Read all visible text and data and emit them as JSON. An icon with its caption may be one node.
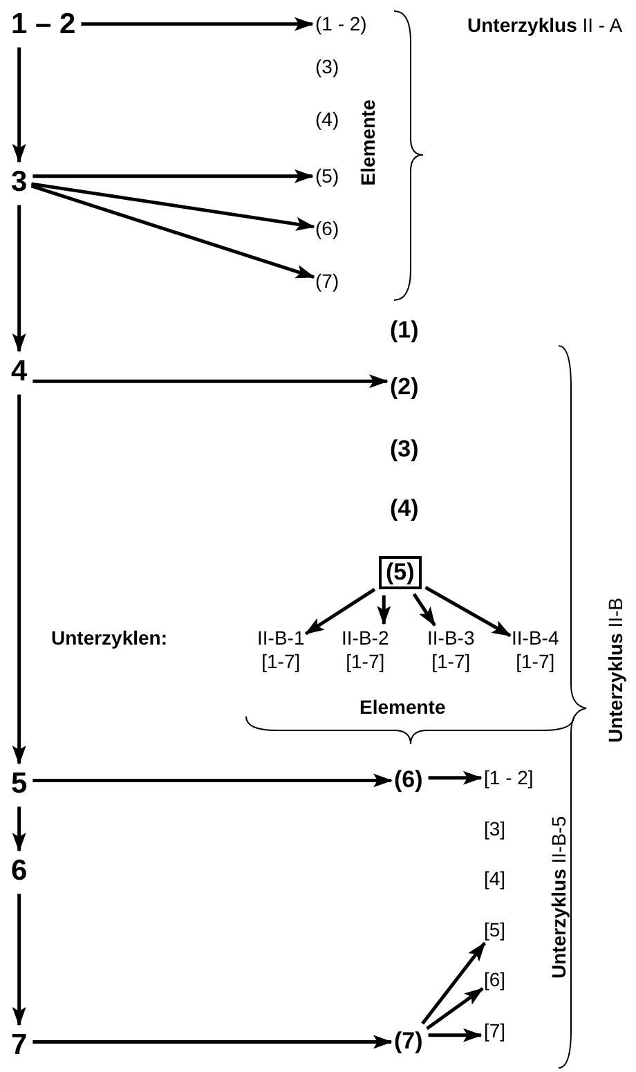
{
  "diagram": {
    "nodes": [
      {
        "text": [
          "1 – 2"
        ]
      },
      {
        "text": [
          "(1 - 2)"
        ]
      },
      {
        "text": [
          "3"
        ]
      },
      {
        "text": [
          "(5)"
        ]
      },
      {
        "text": [
          "(6)"
        ]
      },
      {
        "text": [
          "(7)"
        ]
      },
      {
        "text": [
          "4"
        ]
      },
      {
        "text": [
          "(2)"
        ]
      },
      {
        "text": [
          "(5)"
        ]
      },
      {
        "text": [
          "II-B-1",
          "[1-7]"
        ]
      },
      {
        "text": [
          "II-B-2",
          "[1-7]"
        ]
      },
      {
        "text": [
          "II-B-3",
          "[1-7]"
        ]
      },
      {
        "text": [
          "II-B-4",
          "[1-7]"
        ]
      },
      {
        "text": [
          "5"
        ]
      },
      {
        "text": [
          "(6)"
        ]
      },
      {
        "text": [
          "[1 - 2]"
        ]
      },
      {
        "text": [
          "6"
        ]
      },
      {
        "text": [
          "[5]"
        ]
      },
      {
        "text": [
          "[6]"
        ]
      },
      {
        "text": [
          "7"
        ]
      },
      {
        "text": [
          "(7)"
        ]
      },
      {
        "text": [
          "[7]"
        ]
      }
    ],
    "edges": [
      {
        "from": 0,
        "to": 2,
        "arrow": "to"
      },
      {
        "from": 2,
        "to": 6,
        "arrow": "to"
      },
      {
        "from": 6,
        "to": 13,
        "arrow": "to"
      },
      {
        "from": 13,
        "to": 16,
        "arrow": "to"
      },
      {
        "from": 16,
        "to": 19,
        "arrow": "to"
      },
      {
        "from": 0,
        "to": 1,
        "arrow": "to"
      },
      {
        "from": 2,
        "to": 3,
        "arrow": "to"
      },
      {
        "from": 2,
        "to": 4,
        "arrow": "to"
      },
      {
        "from": 2,
        "to": 5,
        "arrow": "to"
      },
      {
        "from": 6,
        "to": 7,
        "arrow": "to"
      },
      {
        "from": 8,
        "to": 9,
        "arrow": "to"
      },
      {
        "from": 8,
        "to": 10,
        "arrow": "to"
      },
      {
        "from": 8,
        "to": 11,
        "arrow": "to"
      },
      {
        "from": 8,
        "to": 12,
        "arrow": "to"
      },
      {
        "from": 13,
        "to": 14,
        "arrow": "to"
      },
      {
        "from": 14,
        "to": 15,
        "arrow": "to"
      },
      {
        "from": 19,
        "to": 20,
        "arrow": "to"
      },
      {
        "from": 20,
        "to": 17,
        "arrow": "to"
      },
      {
        "from": 20,
        "to": 18,
        "arrow": "to"
      },
      {
        "from": 20,
        "to": 21,
        "arrow": "to"
      }
    ],
    "labels": [
      "(3)",
      "(4)",
      "Elemente",
      "**Unterzyklus** II - A",
      "(1)",
      "(3)",
      "(4)",
      "Unterzyklen:",
      "Elemente",
      "**Unterzyklus** II-B",
      "[3]",
      "[4]",
      "**Unterzyklus** II-B-5"
    ]
  }
}
